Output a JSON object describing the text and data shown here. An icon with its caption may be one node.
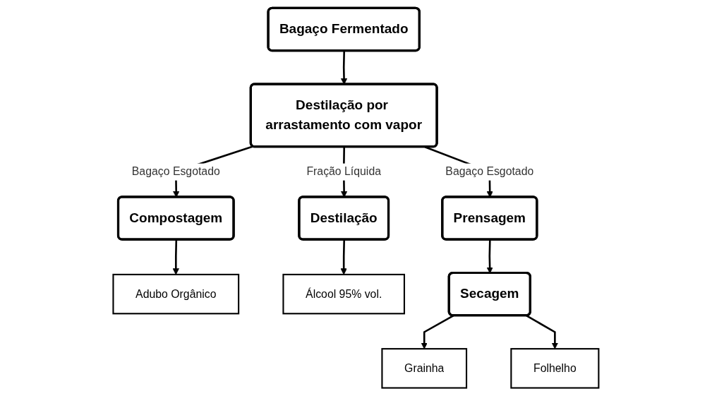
{
  "diagram": {
    "nodes": [
      {
        "text": [
          "Bagaço Fermentado"
        ]
      },
      {
        "text": [
          "Destilação por arrastamento com vapor"
        ]
      },
      {
        "text": [
          "Compostagem"
        ]
      },
      {
        "text": [
          "Adubo Orgânico"
        ]
      },
      {
        "text": [
          "Destilação"
        ]
      },
      {
        "text": [
          "Álcool 95% vol."
        ]
      },
      {
        "text": [
          "Prensagem"
        ]
      },
      {
        "text": [
          "Secagem"
        ]
      },
      {
        "text": [
          "Grainha"
        ]
      },
      {
        "text": [
          "Folhelho"
        ]
      }
    ],
    "edges": [
      {
        "from": 0,
        "to": 1,
        "arrow": "to"
      },
      {
        "from": 1,
        "to": 2,
        "arrow": "to",
        "label": "Bagaço Esgotado"
      },
      {
        "from": 2,
        "to": 3,
        "arrow": "to"
      },
      {
        "from": 1,
        "to": 4,
        "arrow": "to",
        "label": "Fração Líquida"
      },
      {
        "from": 4,
        "to": 5,
        "arrow": "to"
      },
      {
        "from": 1,
        "to": 6,
        "arrow": "to",
        "label": "Bagaço Esgotado"
      },
      {
        "from": 6,
        "to": 7,
        "arrow": "to"
      },
      {
        "from": 7,
        "to": 8,
        "arrow": "to"
      },
      {
        "from": 7,
        "to": 9,
        "arrow": "to"
      }
    ]
  }
}
